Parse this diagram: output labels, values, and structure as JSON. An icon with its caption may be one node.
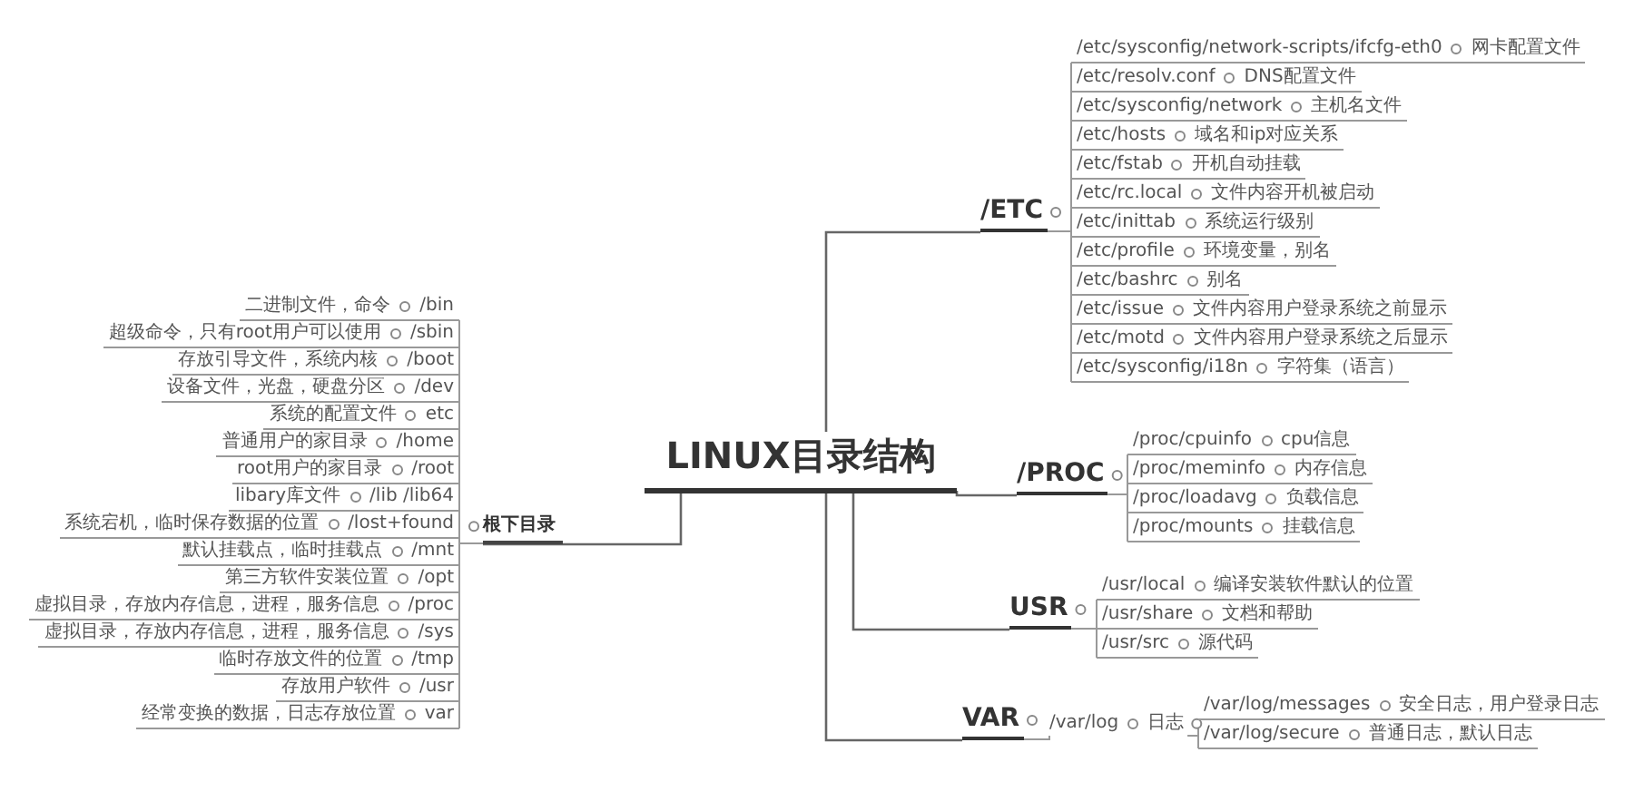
{
  "diagram": {
    "nodes": [
      {
        "text": [
          "LINUX目录结构"
        ]
      },
      {
        "text": [
          "根下目录"
        ]
      },
      {
        "text": [
          "二进制文件，命令",
          "/bin"
        ]
      },
      {
        "text": [
          "超级命令，只有root用户可以使用",
          "/sbin"
        ]
      },
      {
        "text": [
          "存放引导文件，系统内核",
          "/boot"
        ]
      },
      {
        "text": [
          "设备文件，光盘，硬盘分区",
          "/dev"
        ]
      },
      {
        "text": [
          "系统的配置文件",
          "etc"
        ]
      },
      {
        "text": [
          "普通用户的家目录",
          "/home"
        ]
      },
      {
        "text": [
          "root用户的家目录",
          "/root"
        ]
      },
      {
        "text": [
          "libary库文件",
          "/lib /lib64"
        ]
      },
      {
        "text": [
          "系统宕机，临时保存数据的位置",
          "/lost+found"
        ]
      },
      {
        "text": [
          "默认挂载点，临时挂载点",
          "/mnt"
        ]
      },
      {
        "text": [
          "第三方软件安装位置",
          "/opt"
        ]
      },
      {
        "text": [
          "虚拟目录，存放内存信息，进程，服务信息",
          "/proc"
        ]
      },
      {
        "text": [
          "虚拟目录，存放内存信息，进程，服务信息",
          "/sys"
        ]
      },
      {
        "text": [
          "临时存放文件的位置",
          "/tmp"
        ]
      },
      {
        "text": [
          "存放用户软件",
          "/usr"
        ]
      },
      {
        "text": [
          "经常变换的数据，日志存放位置",
          "var"
        ]
      },
      {
        "text": [
          "/ETC"
        ]
      },
      {
        "text": [
          "/etc/sysconfig/network-scripts/ifcfg-eth0",
          "网卡配置文件"
        ]
      },
      {
        "text": [
          "/etc/resolv.conf",
          "DNS配置文件"
        ]
      },
      {
        "text": [
          "/etc/sysconfig/network",
          "主机名文件"
        ]
      },
      {
        "text": [
          "/etc/hosts",
          "域名和ip对应关系"
        ]
      },
      {
        "text": [
          "/etc/fstab",
          "开机自动挂载"
        ]
      },
      {
        "text": [
          "/etc/rc.local",
          "文件内容开机被启动"
        ]
      },
      {
        "text": [
          "/etc/inittab",
          "系统运行级别"
        ]
      },
      {
        "text": [
          "/etc/profile",
          "环境变量，别名"
        ]
      },
      {
        "text": [
          "/etc/bashrc",
          "别名"
        ]
      },
      {
        "text": [
          "/etc/issue",
          "文件内容用户登录系统之前显示"
        ]
      },
      {
        "text": [
          "/etc/motd",
          "文件内容用户登录系统之后显示"
        ]
      },
      {
        "text": [
          "/etc/sysconfig/i18n",
          "字符集（语言）"
        ]
      },
      {
        "text": [
          "/PROC"
        ]
      },
      {
        "text": [
          "/proc/cpuinfo",
          "cpu信息"
        ]
      },
      {
        "text": [
          "/proc/meminfo",
          "内存信息"
        ]
      },
      {
        "text": [
          "/proc/loadavg",
          "负载信息"
        ]
      },
      {
        "text": [
          "/proc/mounts",
          "挂载信息"
        ]
      },
      {
        "text": [
          "USR"
        ]
      },
      {
        "text": [
          "/usr/local",
          "编译安装软件默认的位置"
        ]
      },
      {
        "text": [
          "/usr/share",
          "文档和帮助"
        ]
      },
      {
        "text": [
          "/usr/src",
          "源代码"
        ]
      },
      {
        "text": [
          "VAR"
        ]
      },
      {
        "text": [
          "/var/log",
          "日志"
        ]
      },
      {
        "text": [
          "/var/log/messages",
          "安全日志，用户登录日志"
        ]
      },
      {
        "text": [
          "/var/log/secure",
          "普通日志，默认日志"
        ]
      }
    ],
    "edges": [
      {
        "from": 0,
        "to": 1,
        "arrow": "none"
      },
      {
        "from": 0,
        "to": 18,
        "arrow": "none"
      },
      {
        "from": 0,
        "to": 31,
        "arrow": "none"
      },
      {
        "from": 0,
        "to": 36,
        "arrow": "none"
      },
      {
        "from": 0,
        "to": 40,
        "arrow": "none"
      },
      {
        "from": 1,
        "to": 2,
        "arrow": "none"
      },
      {
        "from": 1,
        "to": 3,
        "arrow": "none"
      },
      {
        "from": 1,
        "to": 4,
        "arrow": "none"
      },
      {
        "from": 1,
        "to": 5,
        "arrow": "none"
      },
      {
        "from": 1,
        "to": 6,
        "arrow": "none"
      },
      {
        "from": 1,
        "to": 7,
        "arrow": "none"
      },
      {
        "from": 1,
        "to": 8,
        "arrow": "none"
      },
      {
        "from": 1,
        "to": 9,
        "arrow": "none"
      },
      {
        "from": 1,
        "to": 10,
        "arrow": "none"
      },
      {
        "from": 1,
        "to": 11,
        "arrow": "none"
      },
      {
        "from": 1,
        "to": 12,
        "arrow": "none"
      },
      {
        "from": 1,
        "to": 13,
        "arrow": "none"
      },
      {
        "from": 1,
        "to": 14,
        "arrow": "none"
      },
      {
        "from": 1,
        "to": 15,
        "arrow": "none"
      },
      {
        "from": 1,
        "to": 16,
        "arrow": "none"
      },
      {
        "from": 1,
        "to": 17,
        "arrow": "none"
      },
      {
        "from": 18,
        "to": 19,
        "arrow": "none"
      },
      {
        "from": 18,
        "to": 20,
        "arrow": "none"
      },
      {
        "from": 18,
        "to": 21,
        "arrow": "none"
      },
      {
        "from": 18,
        "to": 22,
        "arrow": "none"
      },
      {
        "from": 18,
        "to": 23,
        "arrow": "none"
      },
      {
        "from": 18,
        "to": 24,
        "arrow": "none"
      },
      {
        "from": 18,
        "to": 25,
        "arrow": "none"
      },
      {
        "from": 18,
        "to": 26,
        "arrow": "none"
      },
      {
        "from": 18,
        "to": 27,
        "arrow": "none"
      },
      {
        "from": 18,
        "to": 28,
        "arrow": "none"
      },
      {
        "from": 18,
        "to": 29,
        "arrow": "none"
      },
      {
        "from": 18,
        "to": 30,
        "arrow": "none"
      },
      {
        "from": 31,
        "to": 32,
        "arrow": "none"
      },
      {
        "from": 31,
        "to": 33,
        "arrow": "none"
      },
      {
        "from": 31,
        "to": 34,
        "arrow": "none"
      },
      {
        "from": 31,
        "to": 35,
        "arrow": "none"
      },
      {
        "from": 36,
        "to": 37,
        "arrow": "none"
      },
      {
        "from": 36,
        "to": 38,
        "arrow": "none"
      },
      {
        "from": 36,
        "to": 39,
        "arrow": "none"
      },
      {
        "from": 40,
        "to": 41,
        "arrow": "none"
      },
      {
        "from": 41,
        "to": 42,
        "arrow": "none"
      },
      {
        "from": 41,
        "to": 43,
        "arrow": "none"
      }
    ]
  }
}
